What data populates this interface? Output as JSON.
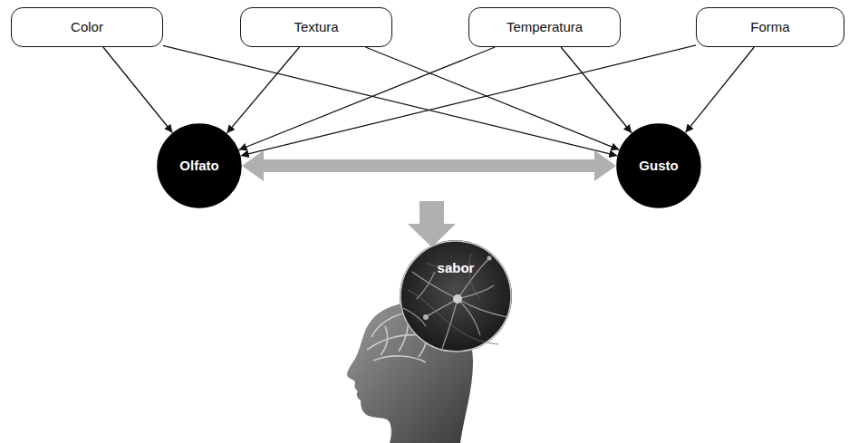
{
  "diagram": {
    "nodes": [
      {
        "text": [
          "Color"
        ]
      },
      {
        "text": [
          "Textura"
        ]
      },
      {
        "text": [
          "Temperatura"
        ]
      },
      {
        "text": [
          "Forma"
        ]
      },
      {
        "text": [
          "Olfato"
        ]
      },
      {
        "text": [
          "Gusto"
        ]
      },
      {
        "text": [
          "sabor"
        ]
      }
    ],
    "edges": [
      {
        "from": 0,
        "to": 4,
        "arrow": "to"
      },
      {
        "from": 0,
        "to": 5,
        "arrow": "to"
      },
      {
        "from": 1,
        "to": 4,
        "arrow": "to"
      },
      {
        "from": 1,
        "to": 5,
        "arrow": "to"
      },
      {
        "from": 2,
        "to": 4,
        "arrow": "to"
      },
      {
        "from": 2,
        "to": 5,
        "arrow": "to"
      },
      {
        "from": 3,
        "to": 4,
        "arrow": "to"
      },
      {
        "from": 3,
        "to": 5,
        "arrow": "to"
      },
      {
        "from": 4,
        "to": 5,
        "arrow": "both"
      }
    ]
  }
}
